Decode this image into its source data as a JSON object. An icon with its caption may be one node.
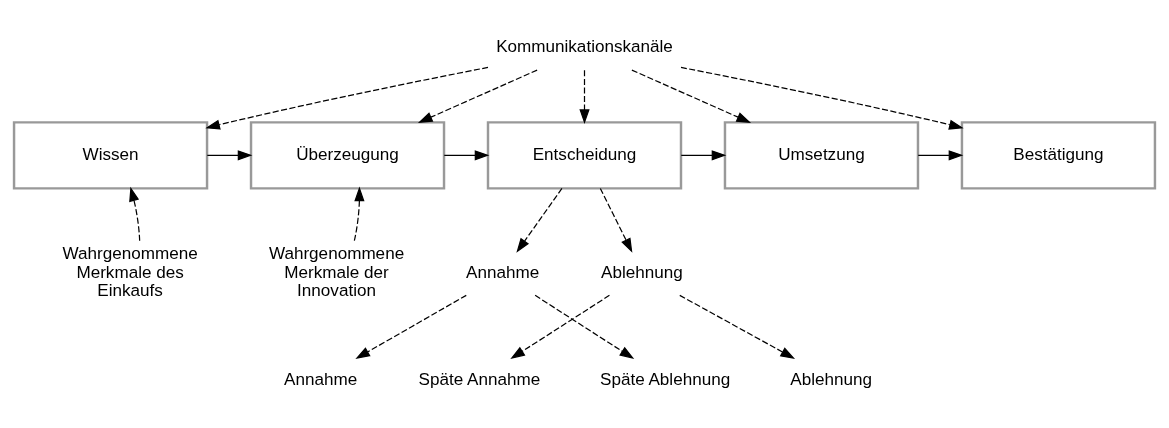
{
  "diagram": {
    "nodes": [
      {
        "text": [
          "Kommunikationskanäle"
        ]
      },
      {
        "text": [
          "Wissen"
        ]
      },
      {
        "text": [
          "Überzeugung"
        ]
      },
      {
        "text": [
          "Entscheidung"
        ]
      },
      {
        "text": [
          "Umsetzung"
        ]
      },
      {
        "text": [
          "Bestätigung"
        ]
      },
      {
        "text": [
          "Wahrgenommene Merkmale des Einkaufs"
        ]
      },
      {
        "text": [
          "Wahrgenommene Merkmale der Innovation"
        ]
      },
      {
        "text": [
          "Annahme"
        ]
      },
      {
        "text": [
          "Ablehnung"
        ]
      },
      {
        "text": [
          "Annahme"
        ]
      },
      {
        "text": [
          "Späte Annahme"
        ]
      },
      {
        "text": [
          "Späte Ablehnung"
        ]
      },
      {
        "text": [
          "Ablehnung"
        ]
      }
    ],
    "edges": [
      {
        "from": 0,
        "to": 1,
        "arrow": "to",
        "style": "dashed"
      },
      {
        "from": 0,
        "to": 2,
        "arrow": "to",
        "style": "dashed"
      },
      {
        "from": 0,
        "to": 3,
        "arrow": "to",
        "style": "dashed"
      },
      {
        "from": 0,
        "to": 4,
        "arrow": "to",
        "style": "dashed"
      },
      {
        "from": 0,
        "to": 5,
        "arrow": "to",
        "style": "dashed"
      },
      {
        "from": 1,
        "to": 2,
        "arrow": "to"
      },
      {
        "from": 2,
        "to": 3,
        "arrow": "to"
      },
      {
        "from": 3,
        "to": 4,
        "arrow": "to"
      },
      {
        "from": 4,
        "to": 5,
        "arrow": "to"
      },
      {
        "from": 6,
        "to": 1,
        "arrow": "to",
        "style": "dashed"
      },
      {
        "from": 7,
        "to": 2,
        "arrow": "to",
        "style": "dashed"
      },
      {
        "from": 3,
        "to": 8,
        "arrow": "to",
        "style": "dashed"
      },
      {
        "from": 3,
        "to": 9,
        "arrow": "to",
        "style": "dashed"
      },
      {
        "from": 8,
        "to": 10,
        "arrow": "to",
        "style": "dashed"
      },
      {
        "from": 8,
        "to": 12,
        "arrow": "to",
        "style": "dashed"
      },
      {
        "from": 9,
        "to": 11,
        "arrow": "to",
        "style": "dashed"
      },
      {
        "from": 9,
        "to": 13,
        "arrow": "to",
        "style": "dashed"
      }
    ]
  }
}
